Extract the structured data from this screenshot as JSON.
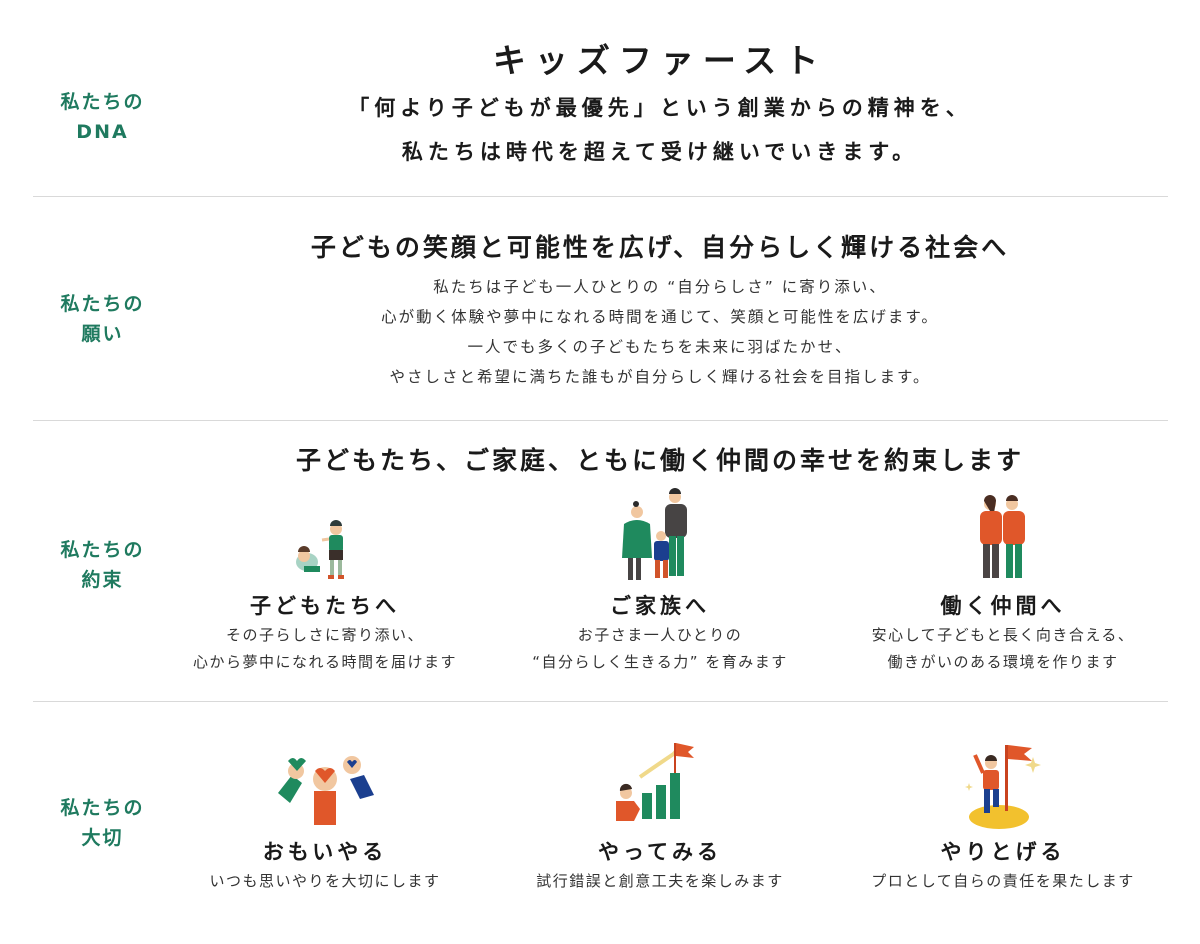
{
  "colors": {
    "accent": "#1f7a5f",
    "text": "#1a1a1a",
    "divider": "#d9d9d9"
  },
  "dna": {
    "label_line1": "私たちの",
    "label_line2": "DNA",
    "title": "キッズファースト",
    "lead_line1": "「何より子どもが最優先」という創業からの精神を、",
    "lead_line2": "私たちは時代を超えて受け継いでいきます。"
  },
  "wish": {
    "label_line1": "私たちの",
    "label_line2": "願い",
    "heading": "子どもの笑顔と可能性を広げ、自分らしく輝ける社会へ",
    "body": [
      "私たちは子ども一人ひとりの “自分らしさ” に寄り添い、",
      "心が動く体験や夢中になれる時間を通じて、笑顔と可能性を広げます。",
      "一人でも多くの子どもたちを未来に羽ばたかせ、",
      "やさしさと希望に満ちた誰もが自分らしく輝ける社会を目指します。"
    ]
  },
  "promise": {
    "label_line1": "私たちの",
    "label_line2": "約束",
    "heading": "子どもたち、ご家庭、ともに働く仲間の幸せを約束します",
    "items": [
      {
        "icon": "children-illustration",
        "title": "子どもたちへ",
        "desc_line1": "その子らしさに寄り添い、",
        "desc_line2": "心から夢中になれる時間を届けます"
      },
      {
        "icon": "family-illustration",
        "title": "ご家族へ",
        "desc_line1": "お子さま一人ひとりの",
        "desc_line2": "“自分らしく生きる力” を育みます"
      },
      {
        "icon": "coworkers-illustration",
        "title": "働く仲間へ",
        "desc_line1": "安心して子どもと長く向き合える、",
        "desc_line2": "働きがいのある環境を作ります"
      }
    ]
  },
  "values": {
    "label_line1": "私たちの",
    "label_line2": "大切",
    "items": [
      {
        "icon": "hands-hearts-illustration",
        "title": "おもいやる",
        "desc": "いつも思いやりを大切にします"
      },
      {
        "icon": "growth-chart-flag-illustration",
        "title": "やってみる",
        "desc": "試行錯誤と創意工夫を楽しみます"
      },
      {
        "icon": "summit-flag-illustration",
        "title": "やりとげる",
        "desc": "プロとして自らの責任を果たします"
      }
    ]
  }
}
